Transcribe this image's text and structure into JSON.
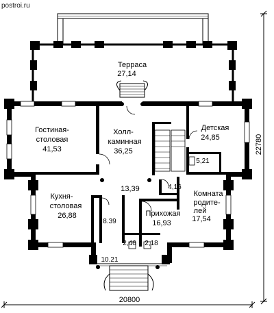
{
  "watermark": "postroi.ru",
  "dimensions": {
    "width": "20800",
    "height": "22780"
  },
  "rooms": {
    "terrace": {
      "name": "Терраса",
      "area": "27,14"
    },
    "living": {
      "name_l1": "Гостиная-",
      "name_l2": "столовая",
      "area": "41,53"
    },
    "hall": {
      "name_l1": "Холл-",
      "name_l2": "каминная",
      "area": "36,25"
    },
    "kids": {
      "name": "Детская",
      "area": "24,85"
    },
    "kitchen": {
      "name_l1": "Кухня-",
      "name_l2": "столовая",
      "area": "26,88"
    },
    "parents": {
      "name_l1": "Комната",
      "name_l2": "родите-",
      "name_l3": "лей",
      "area": "17,54"
    },
    "entry": {
      "name": "Прихожая",
      "area": "16,93"
    }
  },
  "areas": {
    "bath": "5,21",
    "corridor": "13,39",
    "closet": "4,16",
    "pantry": "8.39",
    "wc1": "2,46",
    "wc2": "2,18",
    "vestibule": "10.21"
  }
}
